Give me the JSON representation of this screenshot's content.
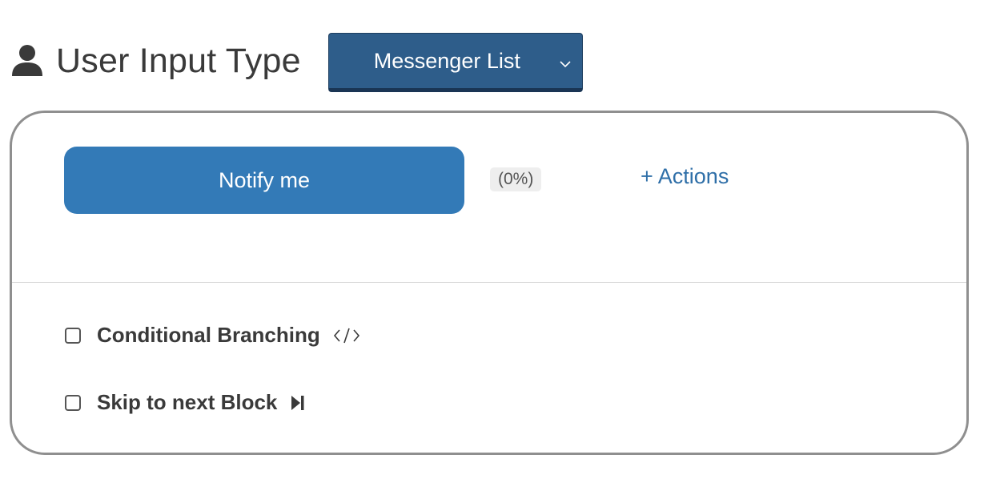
{
  "header": {
    "icon": "user-icon",
    "title": "User Input Type",
    "select": {
      "value": "Messenger List",
      "icon": "chevron-down-icon",
      "background": "#2e5d8a"
    }
  },
  "panel": {
    "button": {
      "label": "Notify me",
      "color": "#337ab7"
    },
    "percent_badge": "(0%)",
    "actions_link": "+ Actions",
    "options": [
      {
        "label": "Conditional Branching",
        "checked": false,
        "icon": "code-icon"
      },
      {
        "label": "Skip to next Block",
        "checked": false,
        "icon": "skip-next-icon"
      }
    ]
  }
}
